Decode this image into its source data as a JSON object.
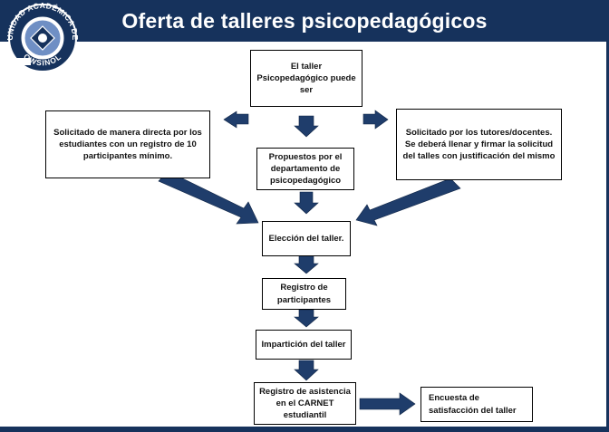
{
  "header": {
    "title": "Oferta de talleres psicopedagógicos",
    "background_color": "#16325c"
  },
  "logo": {
    "text_top": "UNIDAD ACADÉMICA DE",
    "text_bottom": "OWSINOL",
    "icon": "institution-seal-icon"
  },
  "diagram": {
    "arrow_color": "#1f3d6b",
    "nodes": {
      "taller": "El taller Psicopedagógico puede ser",
      "solicitado_directa": "Solicitado de manera directa por los estudiantes con un registro de 10 participantes mínimo.",
      "propuestos": "Propuestos por el departamento de psicopedagógico",
      "solicitado_tutores": "Solicitado por los tutores/docentes. Se deberá llenar y firmar la solicitud del talles con justificación del mismo",
      "eleccion": "Elección del taller.",
      "registro": "Registro de participantes",
      "imparticion": "Impartición del taller",
      "asistencia": "Registro de asistencia en el CARNET estudiantil",
      "encuesta": "Encuesta de satisfacción del taller"
    }
  }
}
